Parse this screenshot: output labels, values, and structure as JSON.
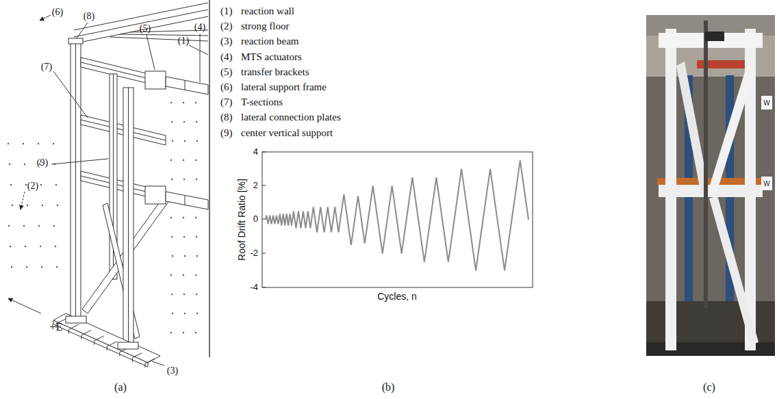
{
  "diagram": {
    "labels": [
      "(8)",
      "(5)",
      "(4)",
      "(6)",
      "(1)",
      "(7)",
      "(9)",
      "(2)",
      "+E",
      "(3)",
      "(1)",
      "reaction wall",
      "(2)",
      "strong floor",
      "(3)",
      "reaction beam",
      "(4)",
      "MTS actuators",
      "(5)",
      "transfer brackets",
      "(6)",
      "lateral support frame",
      "(7)",
      "T-sections",
      "(8)",
      "lateral connection plates",
      "(9)",
      "center vertical support",
      "4",
      "2",
      "0",
      "-2",
      "-4",
      "Roof Drift Ratio [%]",
      "Cycles, n",
      "(a)",
      "(b)",
      "(c)",
      "W",
      "W"
    ]
  }
}
